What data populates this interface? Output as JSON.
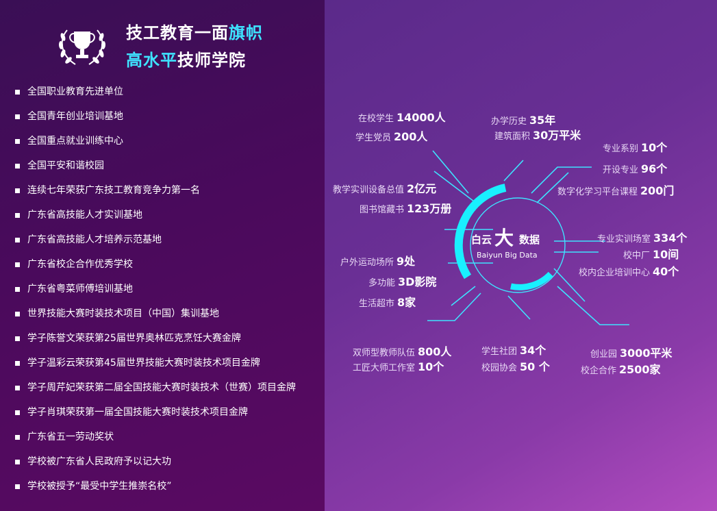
{
  "header": {
    "title_line1_a": "技工教育一面",
    "title_line1_b": "旗帜",
    "title_line2_a": "高水平",
    "title_line2_b": "技师学院"
  },
  "honors": [
    "全国职业教育先进单位",
    "全国青年创业培训基地",
    "全国重点就业训练中心",
    "全国平安和谐校园",
    "连续七年荣获广东技工教育竞争力第一名",
    "广东省高技能人才实训基地",
    "广东省高技能人才培养示范基地",
    "广东省校企合作优秀学校",
    "广东省粤菜师傅培训基地",
    "世界技能大赛时装技术项目（中国）集训基地",
    "学子陈誉文荣获第25届世界奥林匹克烹饪大赛金牌",
    "学子温彩云荣获第45届世界技能大赛时装技术项目金牌",
    "学子周芹妃荣获第二届全国技能大赛时装技术（世赛）项目金牌",
    "学子肖琪荣获第一届全国技能大赛时装技术项目金牌",
    "广东省五一劳动奖状",
    "学校被广东省人民政府予以记大功",
    "学校被授予“最受中学生推崇名校”"
  ],
  "center": {
    "cn_a": "白云",
    "cn_b": "大",
    "cn_c": "数据",
    "en": "Baiyun Big Data"
  },
  "stats": {
    "students_lbl": "在校学生",
    "students_val": "14000人",
    "members_lbl": "学生党员",
    "members_val": "200人",
    "history_lbl": "办学历史",
    "history_val": "35年",
    "area_lbl": "建筑面积",
    "area_val": "30万平米",
    "depts_lbl": "专业系别",
    "depts_val": "10个",
    "majors_lbl": "开设专业",
    "majors_val": "96个",
    "courses_lbl": "数字化学习平台课程",
    "courses_val": "200门",
    "equip_lbl": "教学实训设备总值",
    "equip_val": "2亿元",
    "books_lbl": "图书馆藏书",
    "books_val": "123万册",
    "labs_lbl": "专业实训场室",
    "labs_val": "334个",
    "factory_lbl": "校中厂",
    "factory_val": "10间",
    "train_lbl": "校内企业培训中心",
    "train_val": "40个",
    "outdoor_lbl": "户外运动场所",
    "outdoor_val": "9处",
    "cinema_lbl": "多功能",
    "cinema_val": "3D影院",
    "market_lbl": "生活超市",
    "market_val": "8家",
    "teachers_lbl": "双师型教师队伍",
    "teachers_val": "800人",
    "studio_lbl": "工匠大师工作室",
    "studio_val": "10个",
    "clubs_lbl": "学生社团",
    "clubs_val": "34个",
    "assoc_lbl": "校园协会",
    "assoc_val": "50 个",
    "startup_lbl": "创业园",
    "startup_val": "3000平米",
    "partners_lbl": "校企合作",
    "partners_val": "2500家"
  },
  "colors": {
    "accent": "#3ee3ff",
    "left_bg": "#4a0a5c",
    "right_bg": "#8a3aa8"
  },
  "icons": {
    "header": "trophy-laurel-icon"
  }
}
